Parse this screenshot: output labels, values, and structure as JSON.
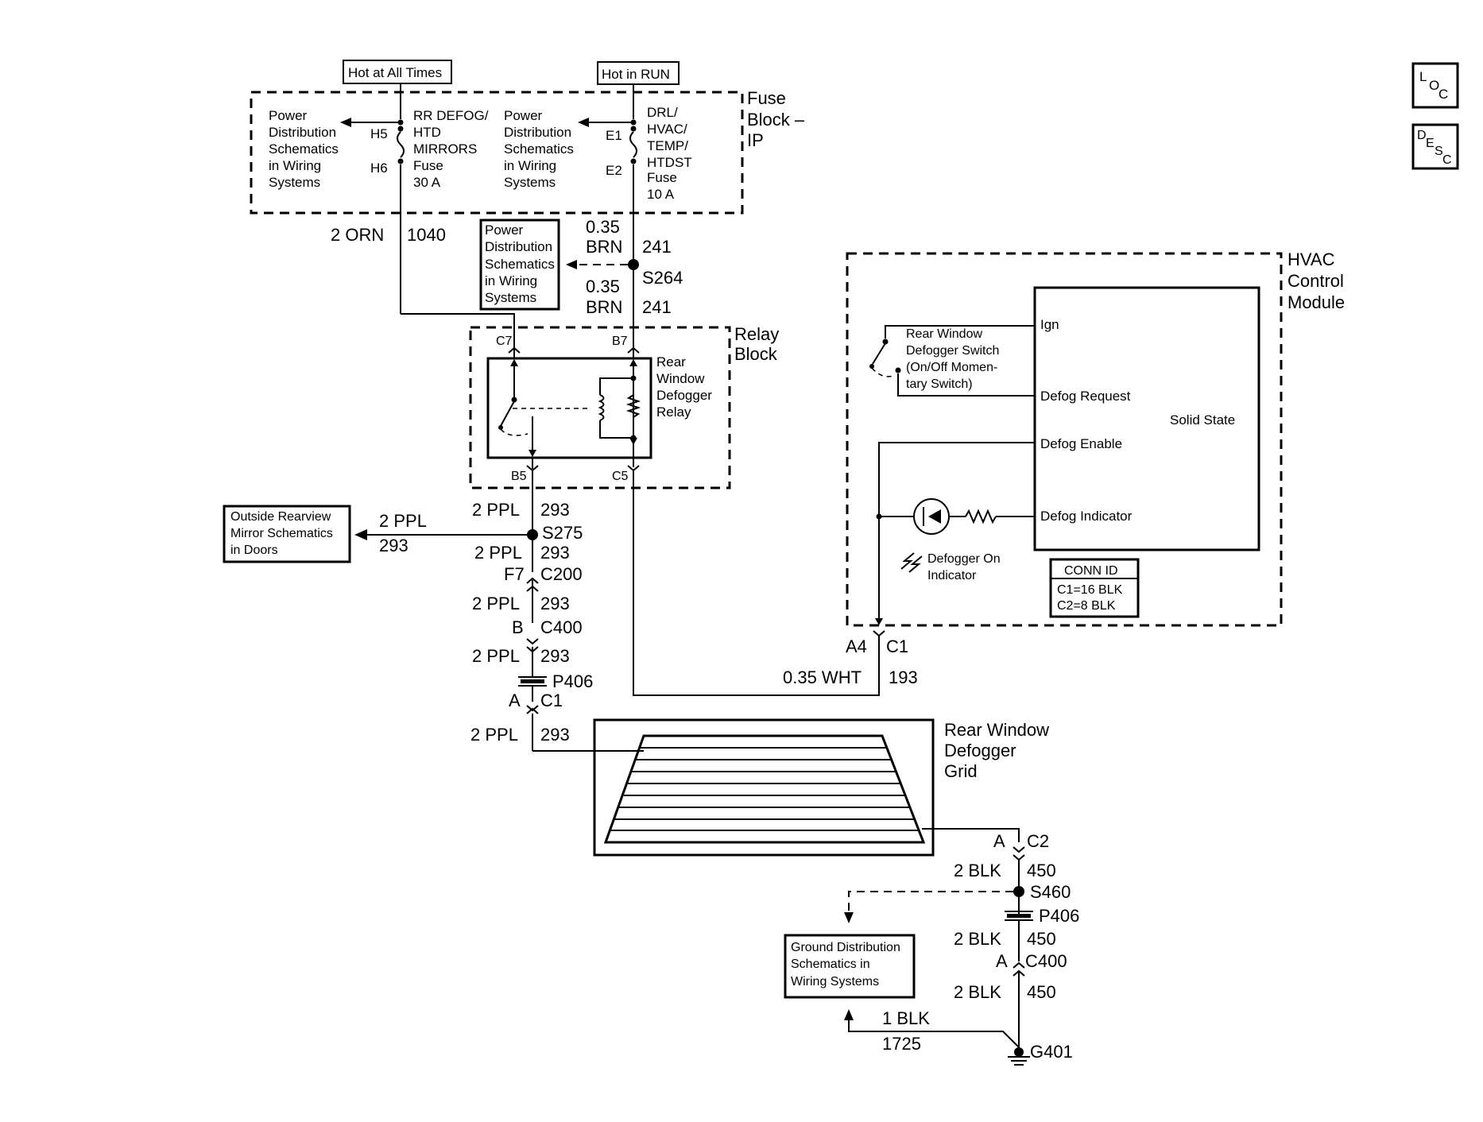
{
  "sources": {
    "hot_at_all_times": "Hot at All Times",
    "hot_in_run": "Hot in RUN"
  },
  "fuse_block": {
    "title": [
      "Fuse",
      "Block –",
      "IP"
    ],
    "left_ref": [
      "Power",
      "Distribution",
      "Schematics",
      "in Wiring",
      "Systems"
    ],
    "mid_ref": [
      "Power",
      "Distribution",
      "Schematics",
      "in Wiring",
      "Systems"
    ],
    "fuse1": [
      "RR DEFOG/",
      "HTD",
      "MIRRORS",
      "Fuse",
      "30 A"
    ],
    "fuse2": [
      "DRL/",
      "HVAC/",
      "TEMP/",
      "HTDST",
      "Fuse",
      "10 A"
    ],
    "pins": {
      "h5": "H5",
      "h6": "H6",
      "e1": "E1",
      "e2": "E2"
    }
  },
  "wire_1040": {
    "gauge": "2 ORN",
    "circuit": "1040"
  },
  "wire_241_upper": {
    "gauge": [
      "0.35",
      "BRN"
    ],
    "circuit": "241"
  },
  "splice_s264": "S264",
  "wire_241_lower": {
    "gauge": [
      "0.35",
      "BRN"
    ],
    "circuit": "241"
  },
  "power_ref_box": [
    "Power",
    "Distribution",
    "Schematics",
    "in Wiring",
    "Systems"
  ],
  "relay_block": {
    "title": [
      "Relay",
      "Block"
    ],
    "relay_label": [
      "Rear",
      "Window",
      "Defogger",
      "Relay"
    ],
    "pins": {
      "c7": "C7",
      "b7": "B7",
      "b5": "B5",
      "c5": "C5"
    }
  },
  "hvac": {
    "title": [
      "HVAC",
      "Control",
      "Module"
    ],
    "switch_label": [
      "Rear Window",
      "Defogger Switch",
      "(On/Off Momen-",
      "tary Switch)"
    ],
    "terminals": [
      "Ign",
      "Defog Request",
      "Defog Enable",
      "Defog Indicator"
    ],
    "solid_state": "Solid State",
    "indicator_label": [
      "Defogger On",
      "Indicator"
    ],
    "conn_id": {
      "title": "CONN ID",
      "lines": [
        "C1=16 BLK",
        "C2=8 BLK"
      ]
    },
    "connector": {
      "pin": "A4",
      "conn": "C1"
    }
  },
  "wire_293": {
    "r1_gauge": "2 PPL",
    "r1_circuit": "293",
    "splice": "S275",
    "branch_gauge": "2 PPL",
    "branch_circuit": "293",
    "r2_gauge": "2 PPL",
    "r2_circuit": "293",
    "c200_pin": "F7",
    "c200": "C200",
    "r3_gauge": "2 PPL",
    "r3_circuit": "293",
    "c400_pin": "B",
    "c400": "C400",
    "r4_gauge": "2 PPL",
    "r4_circuit": "293",
    "p406": "P406",
    "c1_pin": "A",
    "c1": "C1",
    "r5_gauge": "2 PPL",
    "r5_circuit": "293"
  },
  "mirror_ref": [
    "Outside Rearview",
    "Mirror Schematics",
    "in Doors"
  ],
  "wire_193": {
    "gauge": "0.35 WHT",
    "circuit": "193"
  },
  "grid": {
    "label": [
      "Rear Window",
      "Defogger",
      "Grid"
    ],
    "c2_pin": "A",
    "c2": "C2"
  },
  "ground": {
    "r1_gauge": "2 BLK",
    "r1_circuit": "450",
    "splice": "S460",
    "p406": "P406",
    "r2_gauge": "2 BLK",
    "r2_circuit": "450",
    "c400_pin": "A",
    "c400": "C400",
    "r3_gauge": "2 BLK",
    "r3_circuit": "450",
    "branch_gauge": "1 BLK",
    "branch_circuit": "1725",
    "g": "G401",
    "ref_box": [
      "Ground Distribution",
      "Schematics in",
      "Wiring Systems"
    ]
  },
  "nav": {
    "loc": [
      "L",
      "O",
      "C"
    ],
    "desc": [
      "D",
      "E",
      "S",
      "C"
    ]
  }
}
